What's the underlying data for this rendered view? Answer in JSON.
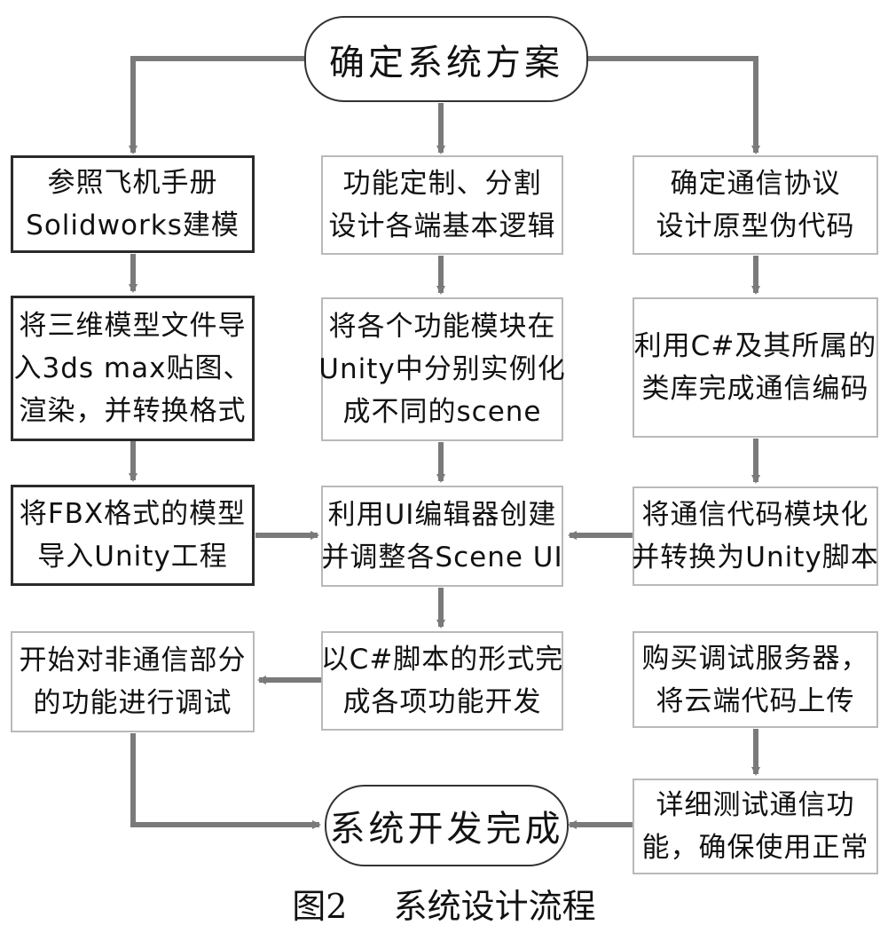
{
  "nodes": {
    "start": "确定系统方案",
    "end": "系统开发完成",
    "left_1": [
      "参照飞机手册",
      "Solidworks建模"
    ],
    "left_2": [
      "将三维模型文件导",
      "入3ds max贴图、",
      "渲染，并转换格式"
    ],
    "left_3": [
      "将FBX格式的模型",
      "导入Unity工程"
    ],
    "left_4": [
      "开始对非通信部分",
      "的功能进行调试"
    ],
    "mid_1": [
      "功能定制、分割",
      "设计各端基本逻辑"
    ],
    "mid_2": [
      "将各个功能模块在",
      "Unity中分别实例化",
      "成不同的scene"
    ],
    "mid_3": [
      "利用UI编辑器创建",
      "并调整各Scene UI"
    ],
    "mid_4": [
      "以C#脚本的形式完",
      "成各项功能开发"
    ],
    "right_1": [
      "确定通信协议",
      "设计原型伪代码"
    ],
    "right_2": [
      "利用C#及其所属的",
      "类库完成通信编码"
    ],
    "right_3": [
      "将通信代码模块化",
      "并转换为Unity脚本"
    ],
    "right_4": [
      "购买调试服务器，",
      "将云端代码上传"
    ],
    "right_5": [
      "详细测试通信功",
      "能，确保使用正常"
    ]
  },
  "caption": {
    "figure": "图2",
    "title": "系统设计流程"
  }
}
